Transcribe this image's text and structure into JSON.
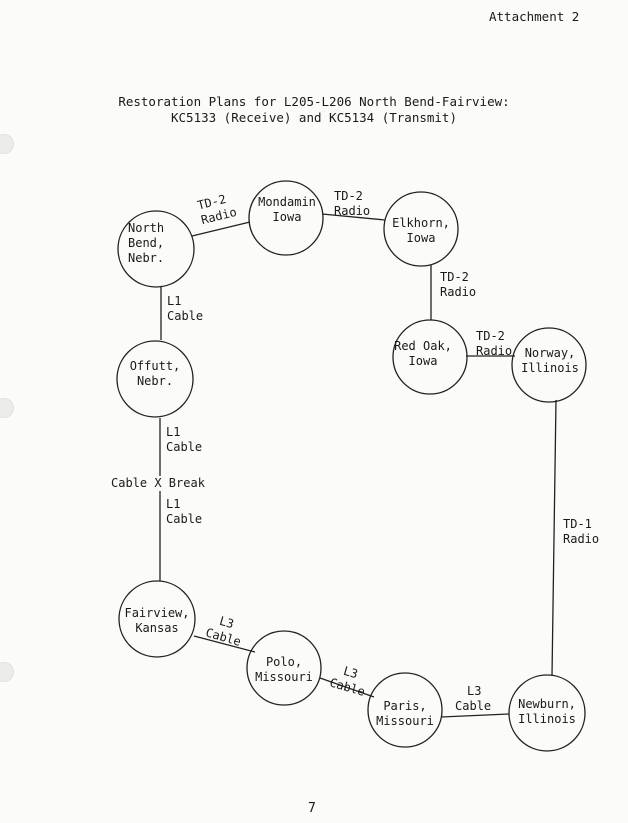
{
  "header": {
    "attachment": "Attachment 2"
  },
  "title": {
    "line1": "Restoration Plans for L205-L206 North Bend-Fairview:",
    "line2": "KC5133 (Receive) and KC5134 (Transmit)"
  },
  "nodes": {
    "north_bend": [
      "North",
      "Bend,",
      "Nebr."
    ],
    "mondamin": [
      "Mondamin",
      "Iowa"
    ],
    "elkhorn": [
      "Elkhorn,",
      "Iowa"
    ],
    "red_oak": [
      "Red Oak,",
      "Iowa"
    ],
    "norway": [
      "Norway,",
      "Illinois"
    ],
    "offutt": [
      "Offutt,",
      "Nebr."
    ],
    "fairview": [
      "Fairview,",
      "Kansas"
    ],
    "polo": [
      "Polo,",
      "Missouri"
    ],
    "paris": [
      "Paris,",
      "Missouri"
    ],
    "newburn": [
      "Newburn,",
      "Illinois"
    ]
  },
  "links": {
    "nb_mondamin": [
      "TD-2",
      "Radio"
    ],
    "mondamin_elkhorn": [
      "TD-2",
      "Radio"
    ],
    "elkhorn_redoak": [
      "TD-2",
      "Radio"
    ],
    "redoak_norway": [
      "TD-2",
      "Radio"
    ],
    "norway_newburn": [
      "TD-1",
      "Radio"
    ],
    "nb_offutt": [
      "L1",
      "Cable"
    ],
    "offutt_break": [
      "L1",
      "Cable"
    ],
    "break_label": "Cable X Break",
    "break_fairview": [
      "L1",
      "Cable"
    ],
    "fairview_polo": [
      "L3",
      "Cable"
    ],
    "polo_paris": [
      "L3",
      "Cable"
    ],
    "paris_newburn": [
      "L3",
      "Cable"
    ]
  },
  "footer": {
    "page_number": "7"
  }
}
